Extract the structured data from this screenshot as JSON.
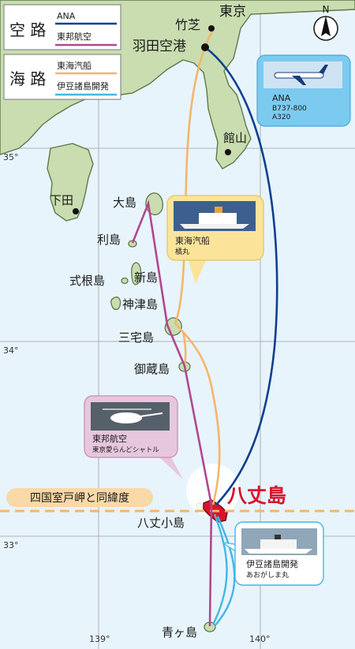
{
  "legend": {
    "air": {
      "title": "空 路",
      "routes": [
        {
          "name": "ANA",
          "color": "#0d3f8f"
        },
        {
          "name": "東邦航空",
          "color": "#b2478f"
        }
      ]
    },
    "sea": {
      "title": "海 路",
      "routes": [
        {
          "name": "東海汽船",
          "color": "#f4b66a"
        },
        {
          "name": "伊豆諸島開発",
          "color": "#45b6e6"
        }
      ]
    }
  },
  "compass": {
    "label": "N"
  },
  "grid": {
    "lat_35": "35°",
    "lat_34": "34°",
    "lat_33": "33°",
    "lon_139": "139°",
    "lon_140": "140°"
  },
  "places": {
    "tokyo": "東京",
    "takeshiba": "竹芝",
    "haneda": "羽田空港",
    "tateyama": "館山",
    "shimoda": "下田",
    "oshima": "大島",
    "toshima": "利島",
    "shikinejima": "式根島",
    "niijima": "新島",
    "kozushima": "神津島",
    "miyakejima": "三宅島",
    "mikurajima": "御蔵島",
    "hachijojima": "八丈島",
    "hachijokojima": "八丈小島",
    "aogashima": "青ヶ島"
  },
  "callouts": {
    "ana": {
      "title": "ANA",
      "line1": "B737-800",
      "line2": "A320"
    },
    "tokai": {
      "title": "東海汽船",
      "sub": "橘丸"
    },
    "toho": {
      "title": "東邦航空",
      "sub": "東京愛らんどシャトル"
    },
    "izu": {
      "title": "伊豆諸島開発",
      "sub": "あおがしま丸"
    }
  },
  "parallel_note": "四国室戸岬と同緯度",
  "colors": {
    "sea": "#e8f4fb",
    "land": "#c9ddb0",
    "coast": "#5d7a4a",
    "ana": "#0d3f8f",
    "toho": "#b2478f",
    "tokai": "#f4b66a",
    "izu": "#45b6e6",
    "highlight": "#d7152a"
  }
}
